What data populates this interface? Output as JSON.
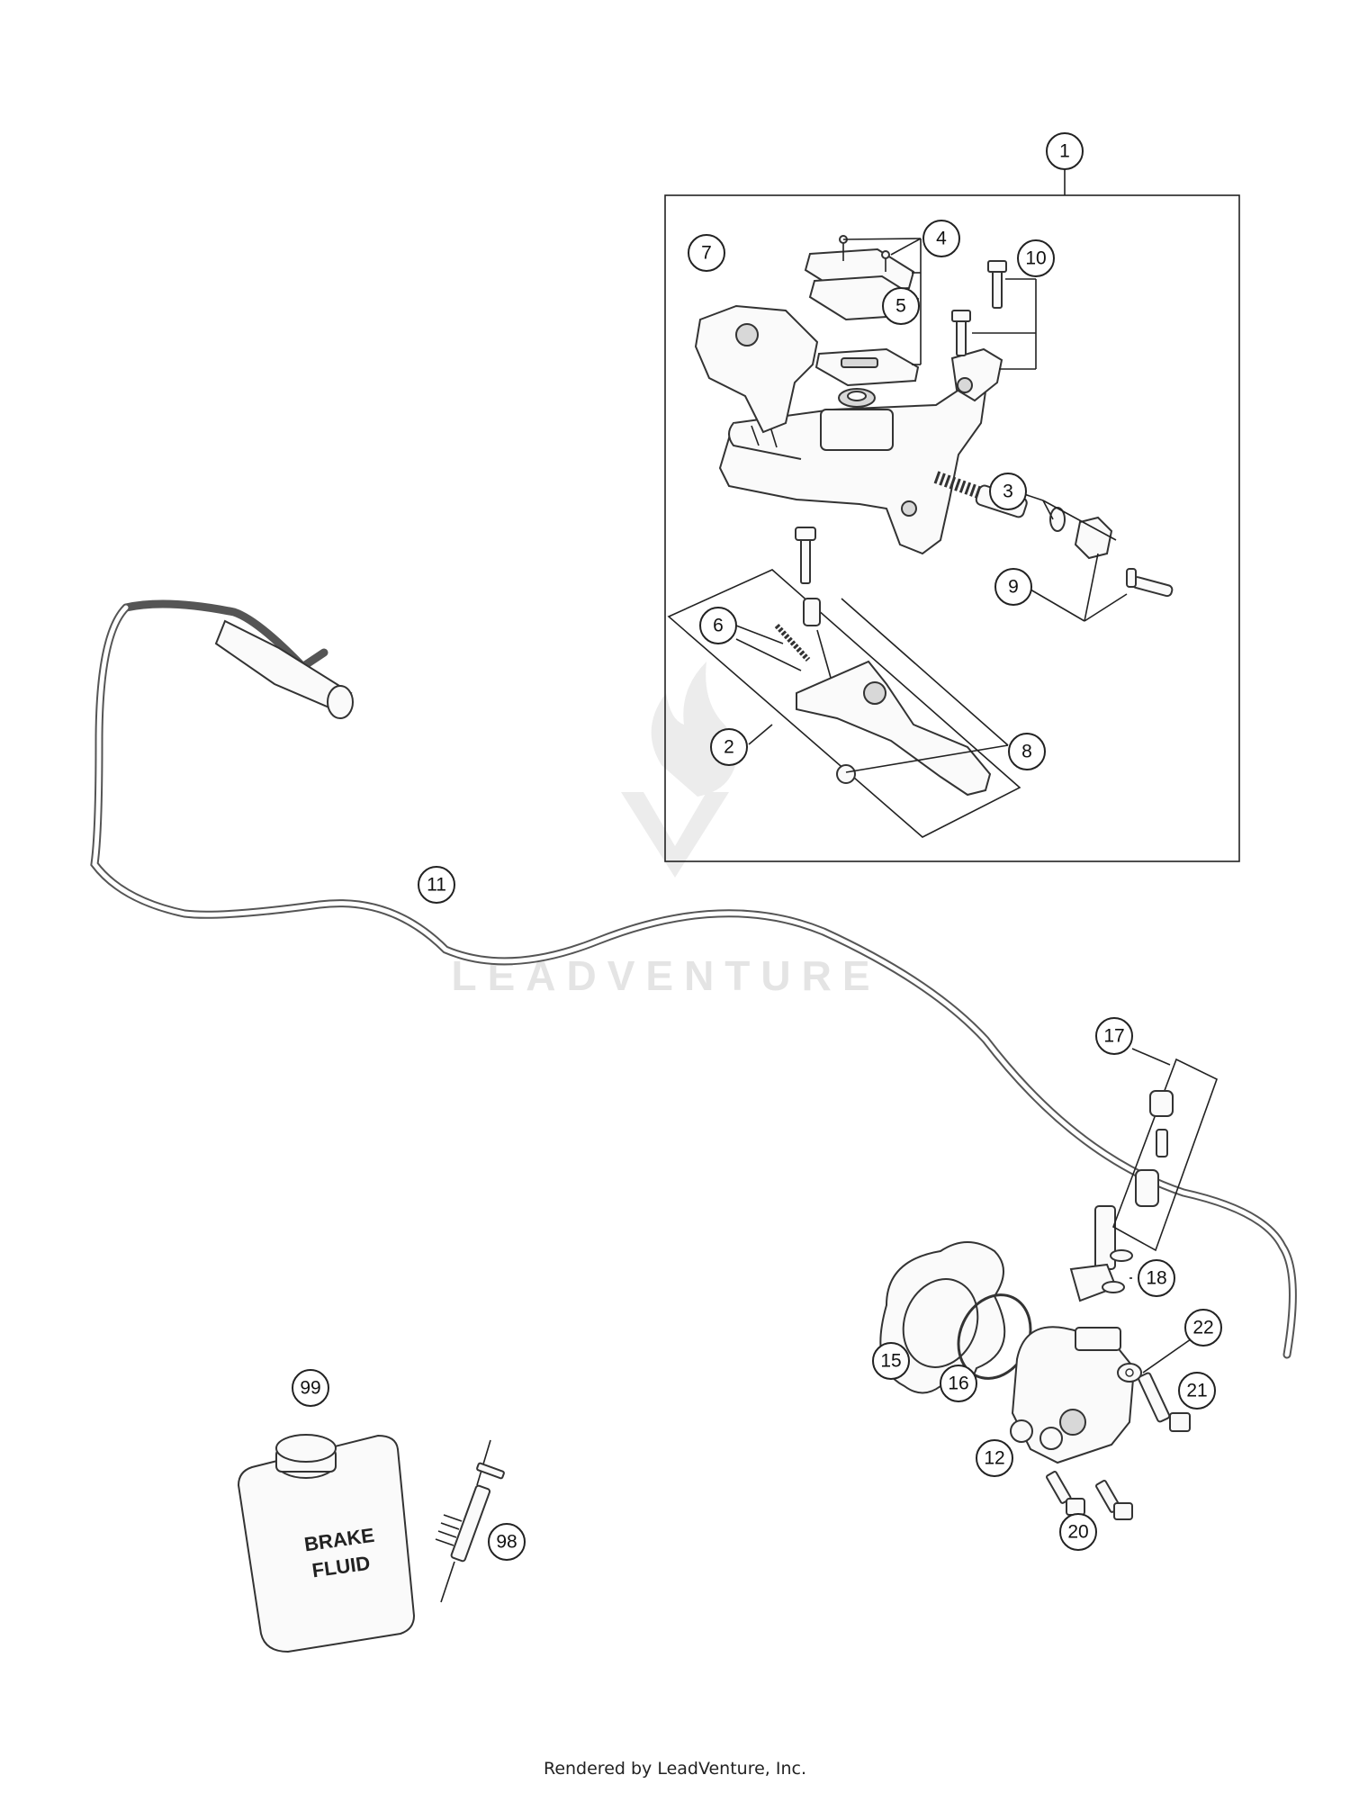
{
  "callouts": [
    "1",
    "2",
    "3",
    "4",
    "5",
    "6",
    "7",
    "8",
    "9",
    "10",
    "11",
    "12",
    "15",
    "16",
    "17",
    "18",
    "20",
    "21",
    "22",
    "98",
    "99"
  ],
  "bottle_label": [
    "BRAKE",
    "FLUID"
  ],
  "watermark": "LEADVENTURE",
  "footer": "Rendered by LeadVenture, Inc."
}
